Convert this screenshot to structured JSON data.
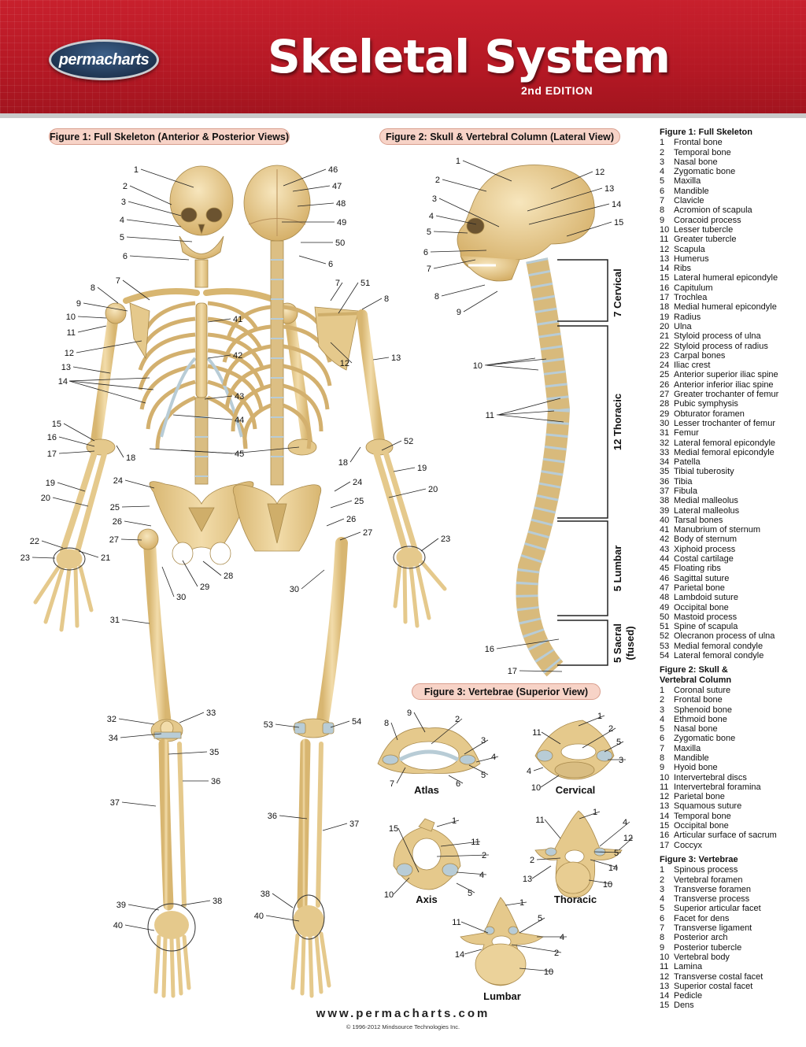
{
  "header": {
    "logo": "permacharts",
    "title": "Skeletal System",
    "edition": "2nd EDITION"
  },
  "figures": {
    "fig1": "Figure 1: Full Skeleton (Anterior & Posterior Views)",
    "fig2": "Figure 2: Skull & Vertebral Column (Lateral View)",
    "fig3": "Figure 3: Vertebrae (Superior View)"
  },
  "vertebra_names": {
    "atlas": "Atlas",
    "cervical": "Cervical",
    "axis": "Axis",
    "thoracic": "Thoracic",
    "lumbar": "Lumbar"
  },
  "spine_sections": {
    "cervical": "7 Cervical",
    "thoracic": "12 Thoracic",
    "lumbar": "5 Lumbar",
    "sacral1": "5 Sacral",
    "sacral2": "(fused)"
  },
  "legend": {
    "fig1_title": "Figure 1: Full Skeleton",
    "fig1_items": [
      "Frontal bone",
      "Temporal bone",
      "Nasal bone",
      "Zygomatic bone",
      "Maxilla",
      "Mandible",
      "Clavicle",
      "Acromion of scapula",
      "Coracoid process",
      "Lesser tubercle",
      "Greater tubercle",
      "Scapula",
      "Humerus",
      "Ribs",
      "Lateral humeral epicondyle",
      "Capitulum",
      "Trochlea",
      "Medial humeral epicondyle",
      "Radius",
      "Ulna",
      "Styloid process of ulna",
      "Styloid process of radius",
      "Carpal bones",
      "Iliac crest",
      "Anterior superior iliac spine",
      "Anterior inferior iliac spine",
      "Greater trochanter of femur",
      "Pubic symphysis",
      "Obturator foramen",
      "Lesser trochanter of femur",
      "Femur",
      "Lateral femoral epicondyle",
      "Medial femoral epicondyle",
      "Patella",
      "Tibial tuberosity",
      "Tibia",
      "Fibula",
      "Medial malleolus",
      "Lateral malleolus",
      "Tarsal bones",
      "Manubrium of sternum",
      "Body of sternum",
      "Xiphoid process",
      "Costal cartilage",
      "Floating ribs",
      "Sagittal suture",
      "Parietal bone",
      "Lambdoid suture",
      "Occipital bone",
      "Mastoid process",
      "Spine of scapula",
      "Olecranon process of ulna",
      "Medial femoral condyle",
      "Lateral femoral condyle"
    ],
    "fig2_title_1": "Figure 2: Skull &",
    "fig2_title_2": "Vertebral Column",
    "fig2_items": [
      "Coronal suture",
      "Frontal bone",
      "Sphenoid bone",
      "Ethmoid bone",
      "Nasal bone",
      "Zygomatic bone",
      "Maxilla",
      "Mandible",
      "Hyoid bone",
      "Intervertebral discs",
      "Intervertebral foramina",
      "Parietal bone",
      "Squamous suture",
      "Temporal bone",
      "Occipital bone",
      "Articular surface of sacrum",
      "Coccyx"
    ],
    "fig3_title": "Figure 3: Vertebrae",
    "fig3_items": [
      "Spinous process",
      "Vertebral foramen",
      "Transverse foramen",
      "Transverse process",
      "Superior articular facet",
      "Facet for dens",
      "Transverse ligament",
      "Posterior arch",
      "Posterior tubercle",
      "Vertebral body",
      "Lamina",
      "Transverse costal facet",
      "Superior costal facet",
      "Pedicle",
      "Dens"
    ]
  },
  "footer": {
    "url": "www.permacharts.com",
    "copyright": "© 1996-2012 Mindsource Technologies Inc."
  },
  "colors": {
    "header_red": "#b41824",
    "bone": "#e9cf94",
    "cartilage": "#b8ccd6",
    "pill": "#f7d3c7"
  },
  "anterior_labels": [
    "1",
    "2",
    "3",
    "4",
    "5",
    "6",
    "7",
    "8",
    "9",
    "10",
    "11",
    "12",
    "13",
    "14",
    "15",
    "16",
    "17",
    "18",
    "19",
    "20",
    "21",
    "22",
    "23",
    "24",
    "25",
    "26",
    "27",
    "28",
    "29",
    "30",
    "31",
    "32",
    "33",
    "34",
    "35",
    "36",
    "37",
    "38",
    "39",
    "40",
    "41",
    "42",
    "43",
    "44",
    "45"
  ],
  "posterior_labels": [
    "46",
    "47",
    "48",
    "49",
    "50",
    "6",
    "7",
    "51",
    "8",
    "12",
    "13",
    "18",
    "52",
    "19",
    "20",
    "23",
    "24",
    "25",
    "26",
    "27",
    "30",
    "53",
    "54",
    "36",
    "37",
    "38",
    "40"
  ],
  "lateral_labels": [
    "1",
    "2",
    "3",
    "4",
    "5",
    "6",
    "7",
    "8",
    "9",
    "10",
    "11",
    "12",
    "13",
    "14",
    "15",
    "16",
    "17"
  ]
}
